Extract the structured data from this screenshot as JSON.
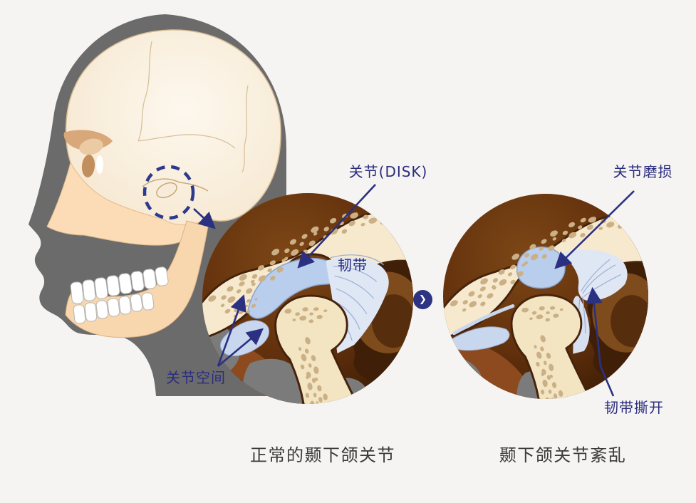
{
  "colors": {
    "background": "#f5f4f2",
    "annotation_text": "#2b2d7e",
    "caption_text": "#3a3a3a",
    "arrow": "#2b3080",
    "next_button": "#2e3382",
    "disc_blue": "#b9cdec",
    "bone_cream": "#f6e9cd",
    "joint_background_brown": "#62300c"
  },
  "callouts": {
    "disk": "关节(DISK)",
    "ligament": "韧带",
    "joint_space": "关节空间",
    "joint_wear": "关节磨损",
    "ligament_tear": "韧带撕开"
  },
  "captions": {
    "normal": "正常的颞下颌关节",
    "disorder": "颞下颌关节紊乱"
  },
  "next_button": {
    "icon": "chevron-right-icon",
    "glyph": "❯"
  }
}
